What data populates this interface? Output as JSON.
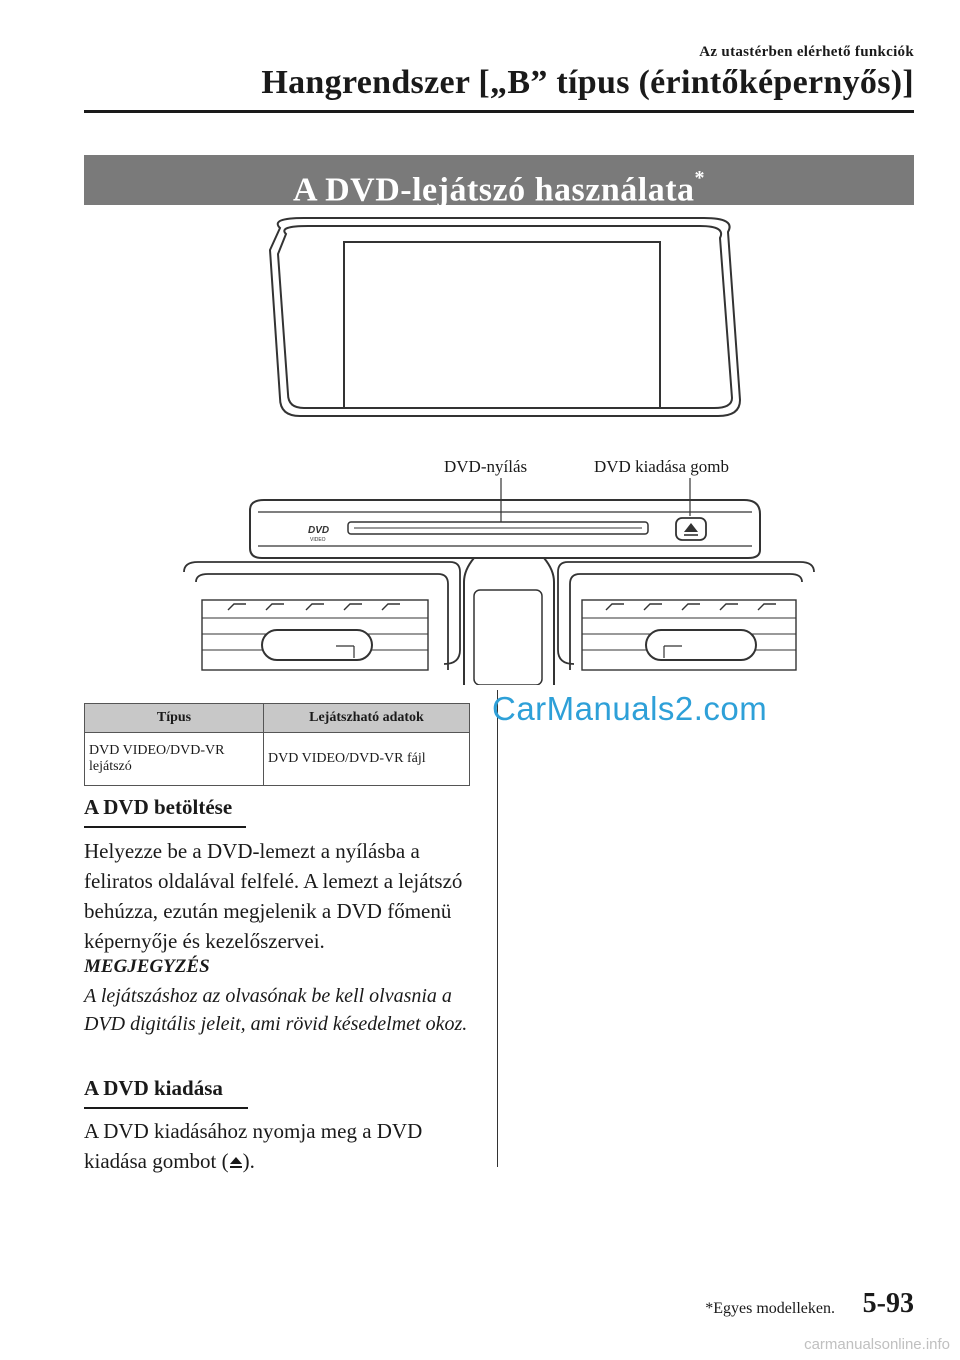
{
  "header": {
    "subtitle": "Az utastérben elérhető funkciók",
    "title": "Hangrendszer [„B” típus (érintőképernyős)]"
  },
  "banner": {
    "title": "A DVD-lejátszó használata",
    "marker": "*"
  },
  "figure": {
    "label_slot": "DVD-nyílás",
    "label_eject": "DVD kiadása gomb",
    "dvd_logo": "DVD",
    "dvd_logo_sub": "VIDEO"
  },
  "table": {
    "headers": [
      "Típus",
      "Lejátszható adatok"
    ],
    "rows": [
      [
        "DVD VIDEO/DVD-VR lejátszó",
        "DVD VIDEO/DVD-VR fájl"
      ]
    ]
  },
  "section1": {
    "heading": "A DVD betöltése",
    "body": "Helyezze be a DVD-lemezt a nyílásba a feliratos oldalával felfelé. A lemezt a lejátszó behúzza, ezután megjelenik a DVD főmenü képernyője és kezelőszervei."
  },
  "note": {
    "title": "MEGJEGYZÉS",
    "body": "A lejátszáshoz az olvasónak be kell olvasnia a DVD digitális jeleit, ami rövid késedelmet okoz."
  },
  "section2": {
    "heading": "A DVD kiadása",
    "body_before": "A DVD kiadásához nyomja meg a DVD kiadása gombot (",
    "body_after": ")."
  },
  "watermark": "CarManuals2.com",
  "footer": {
    "footnote": "*Egyes modelleken.",
    "page_number": "5-93",
    "site": "carmanualsonline.info"
  }
}
